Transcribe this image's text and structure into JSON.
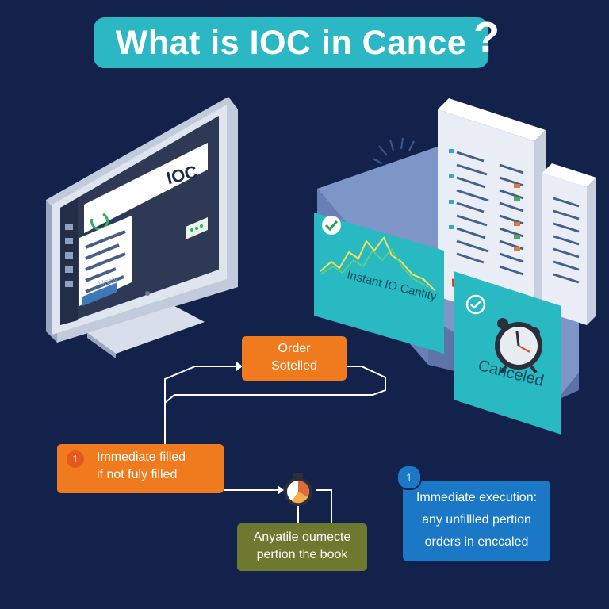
{
  "title": {
    "text": "What is IOC in Cance",
    "question_mark": "?"
  },
  "monitor": {
    "screen_title": "IOC",
    "small_text": "Uncly"
  },
  "panels": {
    "instant_label": "Instant IO Cantity",
    "canceled_label": "Canceled"
  },
  "flow": {
    "order_box": {
      "line1": "Order",
      "line2": "Sotelled"
    },
    "immediate_box": {
      "badge": "1",
      "line1": "Immediate filled",
      "line2": "if not fuly filled"
    },
    "any_box": {
      "line1": "Anyatile oumecte",
      "line2": "pertion the book"
    },
    "exec_box": {
      "badge": "1",
      "line1": "Immediate execution:",
      "line2": "any unfillled pertion",
      "line3": "orders in enccaled"
    }
  },
  "colors": {
    "background": "#13224a",
    "title_banner": "#2bb8c4",
    "orange": "#f07b1e",
    "olive": "#6e782f",
    "blue": "#1b78c6",
    "teal_panel": "#28b9c2"
  }
}
